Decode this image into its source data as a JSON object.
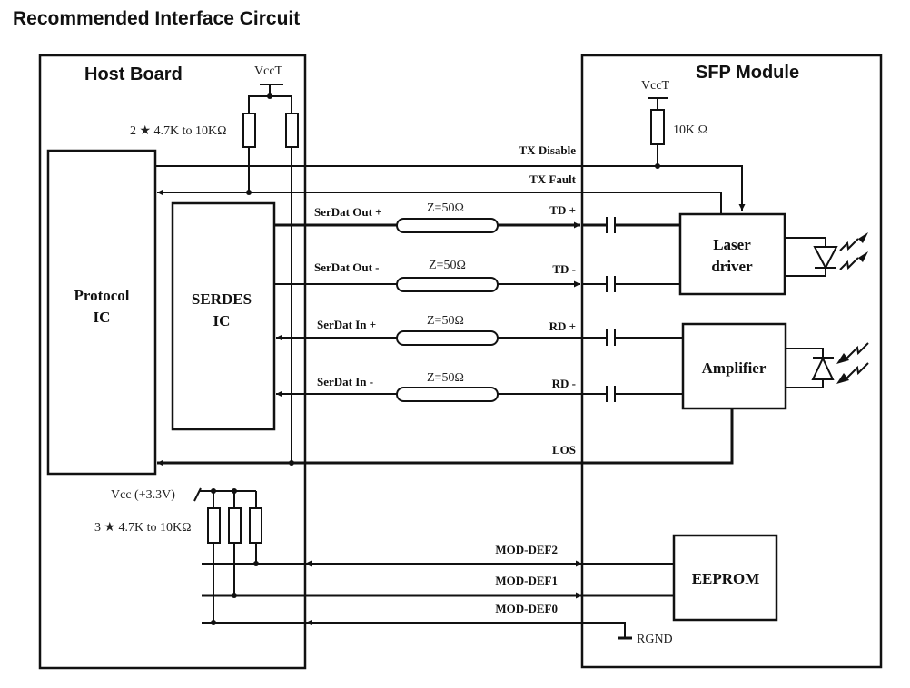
{
  "title": "Recommended Interface Circuit",
  "host_board": {
    "label": "Host Board",
    "vcct_label": "VccT",
    "pullup_tx_label": "2 ★ 4.7K to 10KΩ",
    "protocol_ic": [
      "Protocol",
      "IC"
    ],
    "serdes_ic": [
      "SERDES",
      "IC"
    ],
    "vcc_label": "Vcc (+3.3V)",
    "pullup_moddef_label": "3 ★ 4.7K to 10KΩ"
  },
  "sfp_module": {
    "label": "SFP Module",
    "vcct_label": "VccT",
    "pullup_label": "10K Ω",
    "laser_driver": [
      "Laser",
      "driver"
    ],
    "amplifier": "Amplifier",
    "eeprom": "EEPROM",
    "rgnd_label": "RGND"
  },
  "signals": {
    "tx_disable": "TX Disable",
    "tx_fault": "TX Fault",
    "serdat_out_p": "SerDat Out +",
    "serdat_out_n": "SerDat Out -",
    "serdat_in_p": "SerDat In +",
    "serdat_in_n": "SerDat In -",
    "td_p": "TD +",
    "td_n": "TD -",
    "rd_p": "RD +",
    "rd_n": "RD -",
    "los": "LOS",
    "mod_def2": "MOD-DEF2",
    "mod_def1": "MOD-DEF1",
    "mod_def0": "MOD-DEF0",
    "impedance": "Z=50Ω"
  }
}
